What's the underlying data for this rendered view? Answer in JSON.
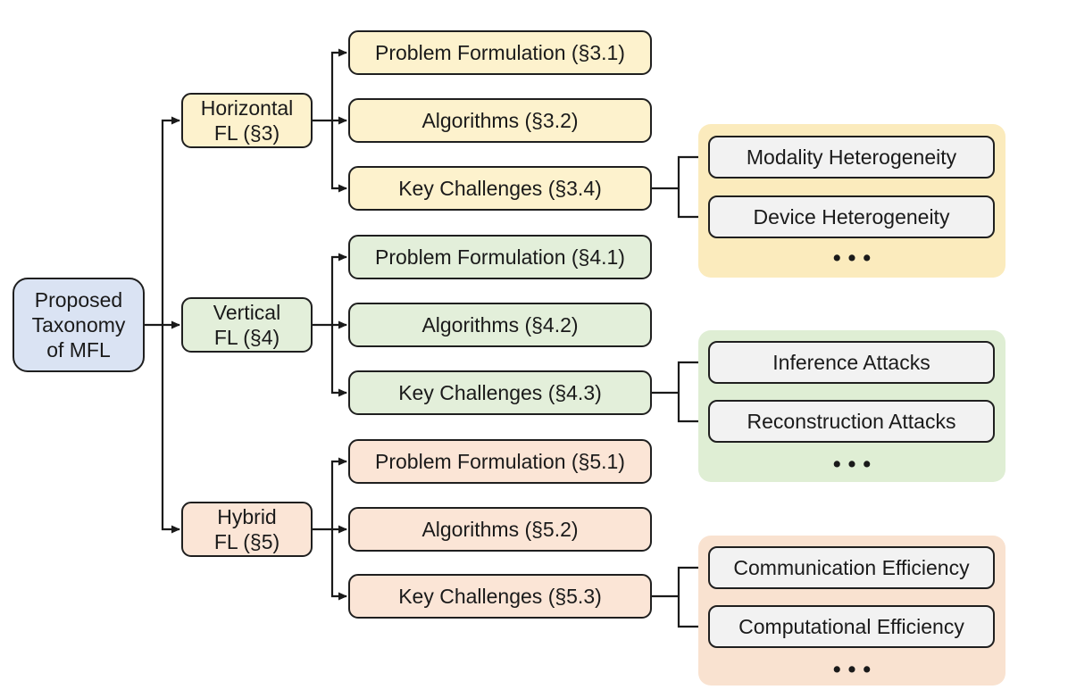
{
  "figure": {
    "title": "Proposed Taxonomy of MFL diagram",
    "root": {
      "label": "Proposed\nTaxonomy\nof MFL",
      "color": "#dae3f3"
    },
    "ellipsis": "•••",
    "line_color": "#1a1a1a",
    "challenge_box_color": "#f2f2f2",
    "branches": [
      {
        "name": "Horizontal FL",
        "label": "Horizontal\nFL (§3)",
        "box_color": "#fdf2cd",
        "panel_color": "#fbebbd",
        "sections": [
          "Problem Formulation (§3.1)",
          "Algorithms (§3.2)",
          "Key Challenges (§3.4)"
        ],
        "key_challenges": [
          "Modality Heterogeneity",
          "Device Heterogeneity"
        ]
      },
      {
        "name": "Vertical FL",
        "label": "Vertical\nFL (§4)",
        "box_color": "#e3efda",
        "panel_color": "#dfeed4",
        "sections": [
          "Problem Formulation (§4.1)",
          "Algorithms (§4.2)",
          "Key Challenges (§4.3)"
        ],
        "key_challenges": [
          "Inference Attacks",
          "Reconstruction Attacks"
        ]
      },
      {
        "name": "Hybrid FL",
        "label": "Hybrid\nFL (§5)",
        "box_color": "#fbe5d6",
        "panel_color": "#f9e2d0",
        "sections": [
          "Problem Formulation (§5.1)",
          "Algorithms (§5.2)",
          "Key Challenges (§5.3)"
        ],
        "key_challenges": [
          "Communication Efficiency",
          "Computational Efficiency"
        ]
      }
    ]
  }
}
